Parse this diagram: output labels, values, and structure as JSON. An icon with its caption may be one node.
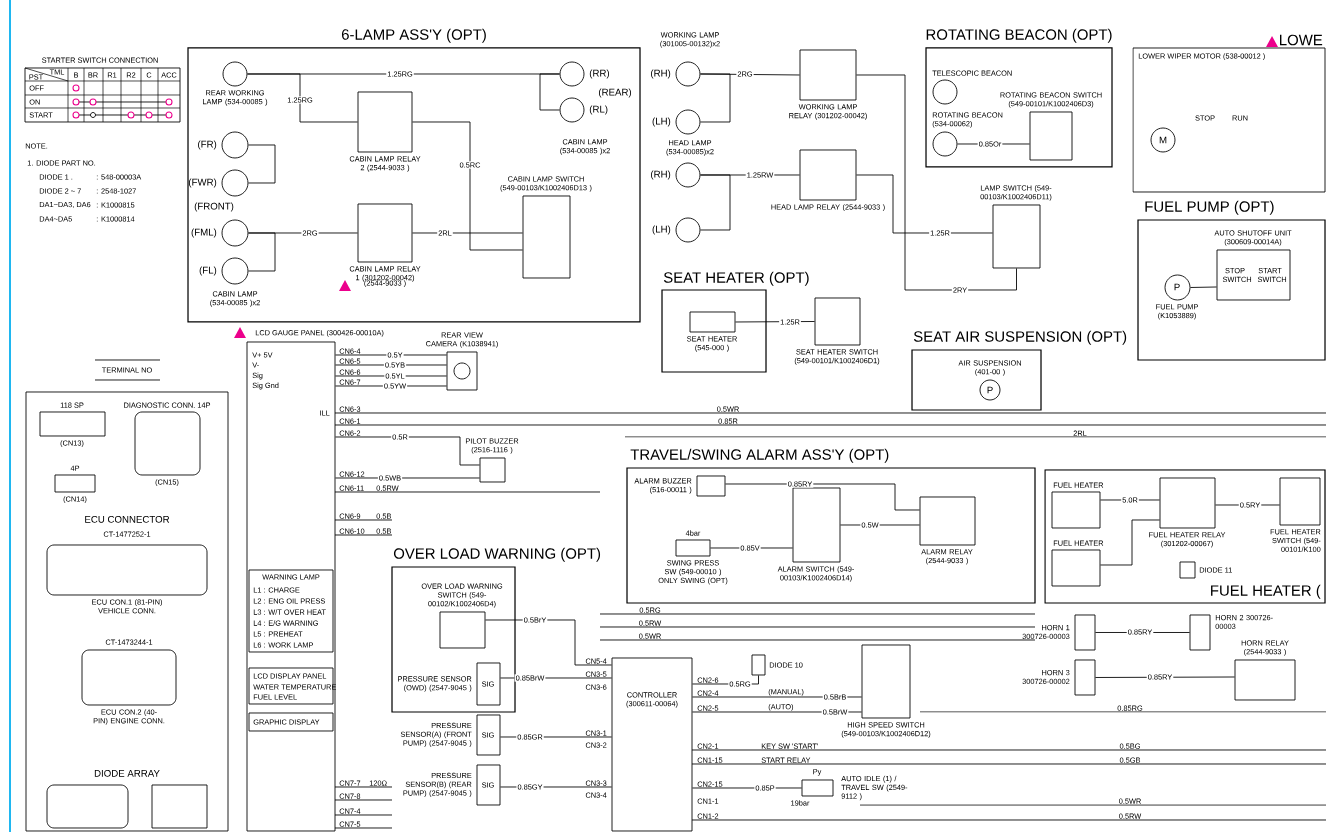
{
  "diagram": {
    "nodes": [
      {
        "text": [
          "6-LAMP ASS'Y (OPT)"
        ]
      },
      {
        "text": [
          "REAR WORKING LAMP (534-00085 )"
        ],
        "in": 0
      },
      {
        "text": [
          "(RR)"
        ],
        "in": 0
      },
      {
        "text": [
          "(RL)"
        ],
        "in": 0
      },
      {
        "text": [
          "(FR)"
        ],
        "in": 0
      },
      {
        "text": [
          "(FWR)"
        ],
        "in": 0
      },
      {
        "text": [
          "(FML)"
        ],
        "in": 0
      },
      {
        "text": [
          "(FL)"
        ],
        "in": 0
      },
      {
        "text": [
          "CABIN LAMP RELAY 2 (2544-9033 )"
        ],
        "in": 0
      },
      {
        "text": [
          "CABIN LAMP RELAY 1 (301202-00042)",
          "(2544-9033 )"
        ],
        "in": 0
      },
      {
        "text": [
          "CABIN LAMP SWITCH (549-00103/K1002406D13 )"
        ],
        "in": 0
      },
      {
        "text": [
          "(RH)"
        ]
      },
      {
        "text": [
          "(LH)"
        ]
      },
      {
        "text": [
          "WORKING LAMP RELAY (301202-00042)"
        ]
      },
      {
        "text": [
          "(RH)"
        ]
      },
      {
        "text": [
          "(LH)"
        ]
      },
      {
        "text": [
          "HEAD LAMP RELAY (2544-9033 )"
        ]
      },
      {
        "text": [
          "ROTATING BEACON (OPT)"
        ]
      },
      {
        "text": [
          "TELESCOPIC BEACON"
        ],
        "in": 17
      },
      {
        "text": [
          "ROTATING BEACON (534-00062)"
        ],
        "in": 17
      },
      {
        "text": [
          "ROTATING BEACON SWITCH (549-00101/K1002406D3)"
        ],
        "in": 17
      },
      {
        "text": [
          "LAMP SWITCH (549-00103/K1002406D11)"
        ]
      },
      {
        "text": [
          "LOWER WIPER MOTOR (538-00012 )"
        ]
      },
      {
        "text": [
          "FUEL PUMP (OPT)"
        ]
      },
      {
        "text": [
          "FUEL PUMP (K1053889)"
        ],
        "in": 23
      },
      {
        "text": [
          "AUTO SHUTOFF UNIT (300609-00014A)"
        ],
        "in": 23
      },
      {
        "text": [
          "SEAT HEATER (OPT)"
        ]
      },
      {
        "text": [
          "SEAT HEATER (545-000 )"
        ],
        "in": 26
      },
      {
        "text": [
          "SEAT HEATER SWITCH (549-00101/K1002406D1)"
        ]
      },
      {
        "text": [
          "SEAT AIR SUSPENSION (OPT)"
        ]
      },
      {
        "text": [
          "AIR SUSPENSION (401-00 )"
        ],
        "in": 29
      },
      {
        "text": [
          "LCD GAUGE PANEL (300426-00010A)"
        ]
      },
      {
        "text": [
          "REAR VIEW CAMERA (K1038941)"
        ]
      },
      {
        "text": [
          "PILOT BUZZER (2516-1116 )"
        ]
      },
      {
        "text": [
          "TERMINAL NO"
        ]
      },
      {
        "text": [
          "118 SP",
          "(CN13)"
        ],
        "in": 34
      },
      {
        "text": [
          "DIAGNOSTIC CONN. 14P",
          "(CN15)"
        ],
        "in": 34
      },
      {
        "text": [
          "4P",
          "(CN14)"
        ],
        "in": 34
      },
      {
        "text": [
          "ECU CONNECTOR",
          "CT-1477252-1",
          "ECU CON.1 (81-PIN) VEHICLE CONN."
        ],
        "in": 34
      },
      {
        "text": [
          "CT-1473244-1",
          "ECU CON.2 (40-PIN) ENGINE CONN."
        ],
        "in": 34
      },
      {
        "text": [
          "DIODE ARRAY"
        ],
        "in": 34
      },
      {
        "text": [],
        "shape": "box",
        "in": 34
      },
      {
        "text": [
          "TRAVEL/SWING ALARM ASS'Y (OPT)"
        ]
      },
      {
        "text": [
          "ALARM BUZZER (516-00011 )"
        ],
        "in": 42
      },
      {
        "text": [
          "SWING PRESS SW (549-00010 ) ONLY SWING (OPT)"
        ],
        "in": 42
      },
      {
        "text": [
          "ALARM SWITCH (549-00103/K1002406D14)"
        ],
        "in": 42
      },
      {
        "text": [
          "ALARM RELAY (2544-9033 )"
        ],
        "in": 42
      },
      {
        "text": [
          "OVER LOAD WARNING (OPT)"
        ]
      },
      {
        "text": [
          "OVER LOAD WARNING SWITCH (549-00102/K1002406D4)"
        ],
        "in": 47
      },
      {
        "text": [
          "PRESSURE SENSOR (OWD) (2547-9045 )"
        ],
        "in": 47
      },
      {
        "text": [
          "PRESSURE SENSOR(A) (FRONT PUMP) (2547-9045 )"
        ]
      },
      {
        "text": [
          "PRESSURE SENSOR(B) (REAR PUMP) (2547-9045 )"
        ]
      },
      {
        "text": [
          "CONTROLLER (300611-00064)"
        ]
      },
      {
        "text": [
          "DIODE 10"
        ]
      },
      {
        "text": [
          "HIGH SPEED SWITCH (549-00103/K1002406D12)"
        ]
      },
      {
        "text": [
          "AUTO IDLE (1) / TRAVEL SW (2549-9112 )"
        ]
      },
      {
        "text": [
          "FUEL HEATER ("
        ]
      },
      {
        "text": [
          "FUEL HEATER"
        ],
        "in": 56
      },
      {
        "text": [
          "FUEL HEATER"
        ],
        "in": 56
      },
      {
        "text": [
          "FUEL HEATER RELAY (301202-00067)"
        ],
        "in": 56
      },
      {
        "text": [
          "DIODE 11"
        ],
        "in": 56
      },
      {
        "text": [
          "FUEL HEATER SWITCH (549-00101/K100"
        ],
        "in": 56
      },
      {
        "text": [
          "HORN 1 300726-00003"
        ]
      },
      {
        "text": [
          "HORN 3 300726-00002"
        ]
      },
      {
        "text": [
          "HORN 2 300726-00003"
        ]
      },
      {
        "text": [
          "HORN RELAY (2544-9033 )"
        ]
      },
      {
        "text": [
          "STARTER SWITCH CONNECTION"
        ]
      }
    ],
    "edges": [
      {
        "from": 1,
        "to": 2,
        "label": "1.25RG",
        "arrow": "none"
      },
      {
        "from": 1,
        "to": 8,
        "label": "1.25RG",
        "arrow": "none"
      },
      {
        "from": 2,
        "to": 3,
        "arrow": "none"
      },
      {
        "from": 4,
        "to": 5,
        "arrow": "none"
      },
      {
        "from": 6,
        "to": 9,
        "label": "2RG",
        "arrow": "none"
      },
      {
        "from": 6,
        "to": 7,
        "arrow": "none"
      },
      {
        "from": 8,
        "to": 10,
        "label": "0.5RC",
        "arrow": "none"
      },
      {
        "from": 9,
        "to": 10,
        "label": "2RL",
        "arrow": "none"
      },
      {
        "from": 11,
        "to": 13,
        "label": "2RG",
        "arrow": "none"
      },
      {
        "from": 12,
        "to": 11,
        "arrow": "none"
      },
      {
        "from": 14,
        "to": 16,
        "label": "1.25RW",
        "arrow": "none"
      },
      {
        "from": 15,
        "to": 14,
        "arrow": "none"
      },
      {
        "from": 13,
        "to": 21,
        "label": "2RY",
        "arrow": "none"
      },
      {
        "from": 16,
        "to": 21,
        "label": "1.25R",
        "arrow": "none"
      },
      {
        "from": 19,
        "to": 20,
        "label": "0.85Or",
        "arrow": "none"
      },
      {
        "from": 27,
        "to": 28,
        "label": "1.25R",
        "arrow": "none"
      },
      {
        "from": 24,
        "to": 25,
        "arrow": "none"
      },
      {
        "from": 31,
        "to": 32,
        "label": "0.5Y",
        "arrow": "none"
      },
      {
        "from": 31,
        "to": 32,
        "label": "0.5YB",
        "arrow": "none"
      },
      {
        "from": 31,
        "to": 32,
        "label": "0.5YL",
        "arrow": "none"
      },
      {
        "from": 31,
        "to": 32,
        "label": "0.5YW",
        "arrow": "none"
      },
      {
        "from": 31,
        "to": 33,
        "label": "0.5R",
        "arrow": "none"
      },
      {
        "from": 31,
        "to": 33,
        "label": "0.5WB",
        "arrow": "none"
      },
      {
        "from": 43,
        "to": 46,
        "label": "0.85RY",
        "arrow": "none"
      },
      {
        "from": 44,
        "to": 45,
        "label": "0.85V",
        "arrow": "none"
      },
      {
        "from": 45,
        "to": 46,
        "label": "0.5W",
        "arrow": "none"
      },
      {
        "from": 48,
        "to": 52,
        "label": "0.5BrY",
        "arrow": "none"
      },
      {
        "from": 49,
        "to": 52,
        "label": "0.85BrW",
        "arrow": "none"
      },
      {
        "from": 50,
        "to": 52,
        "label": "0.85GR",
        "arrow": "none"
      },
      {
        "from": 51,
        "to": 52,
        "label": "0.85GY",
        "arrow": "none"
      },
      {
        "from": 52,
        "to": 53,
        "label": "0.5RG",
        "arrow": "none"
      },
      {
        "from": 52,
        "to": 54,
        "label": "0.5BrB",
        "arrow": "none"
      },
      {
        "from": 52,
        "to": 54,
        "label": "0.5BrW",
        "arrow": "none"
      },
      {
        "from": 52,
        "to": 55,
        "label": "0.85P",
        "arrow": "none"
      },
      {
        "from": 57,
        "to": 59,
        "label": "5.0R",
        "arrow": "none"
      },
      {
        "from": 58,
        "to": 59,
        "arrow": "none"
      },
      {
        "from": 59,
        "to": 61,
        "label": "0.5RY",
        "arrow": "none"
      },
      {
        "from": 62,
        "to": 64,
        "label": "0.85RY",
        "arrow": "none"
      },
      {
        "from": 63,
        "to": 65,
        "label": "0.85RY",
        "arrow": "none"
      }
    ],
    "labels": [
      "PST",
      "TML",
      "B",
      "BR",
      "R1",
      "R2",
      "C",
      "ACC",
      "OFF",
      "ON",
      "START",
      "NOTE.",
      "1. DIODE PART NO.",
      "DIODE 1 .",
      ": 548-00003A",
      "DIODE 2 ~ 7",
      ": 2548-1027",
      "DA1~DA3, DA6",
      ": K1000815",
      "DA4~DA5",
      ": K1000814",
      "(REAR)",
      "CABIN LAMP (534-00085 )x2",
      "(FRONT)",
      "CABIN LAMP (534-00085 )x2",
      "WORKING LAMP (301005-00132)x2",
      "HEAD LAMP (534-00085)x2",
      "LOWE",
      "M",
      "STOP",
      "RUN",
      "P",
      "STOP SWITCH",
      "START SWITCH",
      "P",
      "V+ 5V",
      "V-",
      "Sig",
      "Sig Gnd",
      "ILL",
      "WARNING LAMP",
      "L1 : CHARGE",
      "L2 : ENG OIL PRESS",
      "L3 : W/T OVER HEAT",
      "L4 : E/G WARNING",
      "L5 : PREHEAT",
      "L6 : WORK LAMP",
      "LCD DISPLAY PANEL",
      "WATER TEMPERATURE",
      "FUEL LEVEL",
      "GRAPHIC DISPLAY",
      "4bar",
      "Py",
      "19bar",
      "(MANUAL)",
      "(AUTO)",
      "KEY SW 'START'",
      "START RELAY",
      "CN5-4",
      "CN3-5",
      "CN3-6",
      "CN3-1",
      "CN3-2",
      "CN3-3",
      "CN3-4",
      "CN2-6",
      "CN2-4",
      "CN2-5",
      "CN2-1",
      "CN1-15",
      "CN2-15",
      "CN1-1",
      "CN1-2",
      "CN6-4",
      "CN6-5",
      "CN6-6",
      "CN6-7",
      "CN6-3",
      "CN6-1",
      "CN6-2",
      "CN6-12",
      "CN6-11",
      "CN6-9",
      "CN6-10",
      "0.5RW",
      "0.5B",
      "0.5B",
      "CN7-7",
      "120Ω",
      "CN7-8",
      "CN7-4",
      "CN7-5",
      "SIG",
      "SIG",
      "SIG",
      "0.5WR",
      "0.85R",
      "2RL",
      "0.5RG",
      "0.5RW",
      "0.5WR",
      "0.85RG",
      "0.5BG",
      "0.5GB",
      "0.5WR",
      "0.5RW"
    ]
  }
}
